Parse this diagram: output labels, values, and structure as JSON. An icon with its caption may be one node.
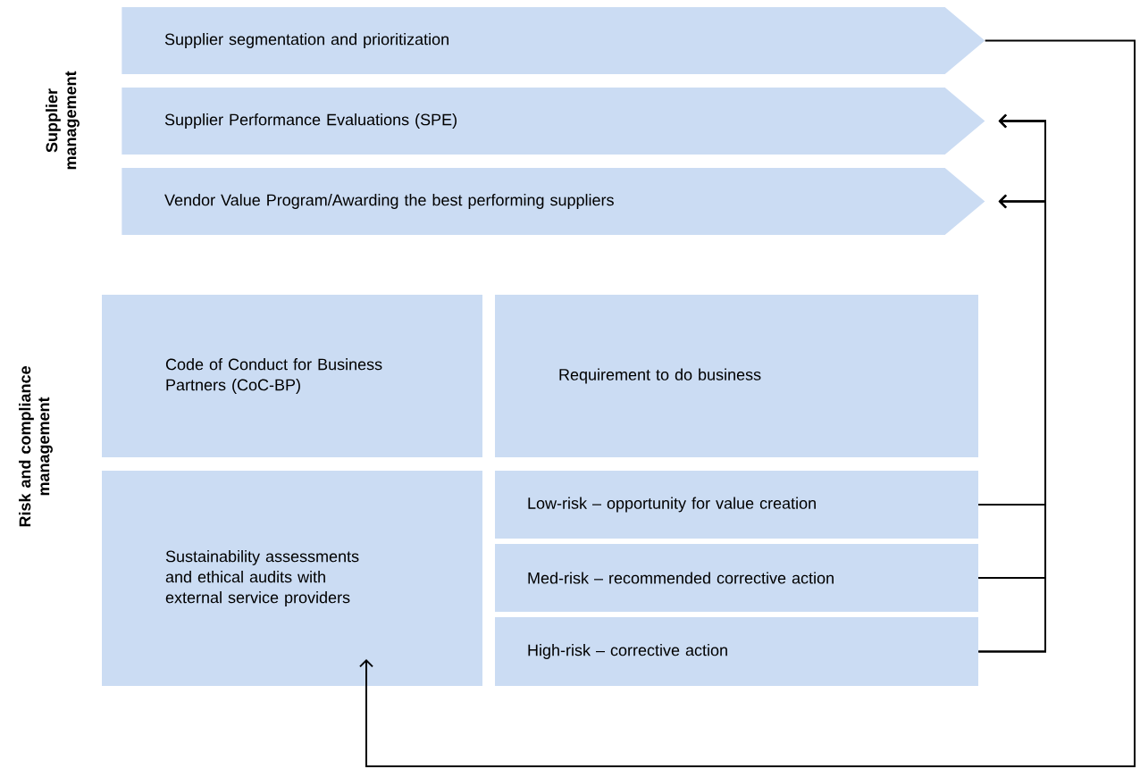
{
  "diagram": {
    "nodes": [
      {
        "text": [
          "Supplier segmentation and prioritization"
        ]
      },
      {
        "text": [
          "Supplier Performance Evaluations (SPE)"
        ]
      },
      {
        "text": [
          "Vendor Value Program/Awarding the best performing suppliers"
        ]
      },
      {
        "text": [
          "Code of Conduct for Business Partners (CoC-BP)"
        ]
      },
      {
        "text": [
          "Requirement to do business"
        ]
      },
      {
        "text": [
          "Sustainability assessments and ethical audits with external service providers"
        ]
      },
      {
        "text": [
          "Low-risk – opportunity for value creation"
        ]
      },
      {
        "text": [
          "Med-risk – recommended corrective action"
        ]
      },
      {
        "text": [
          "High-risk – corrective action"
        ]
      }
    ],
    "edges": [
      {
        "from": 0,
        "to": 5,
        "arrow": "to"
      },
      {
        "from": 6,
        "to": 1,
        "arrow": "to"
      },
      {
        "from": 6,
        "to": 2,
        "arrow": "to"
      },
      {
        "from": 7,
        "to": 1,
        "arrow": "to"
      },
      {
        "from": 7,
        "to": 2,
        "arrow": "to"
      },
      {
        "from": 8,
        "to": 1,
        "arrow": "to"
      },
      {
        "from": 8,
        "to": 2,
        "arrow": "to"
      }
    ],
    "labels": [
      "Supplier management",
      "Risk and compliance management"
    ]
  }
}
